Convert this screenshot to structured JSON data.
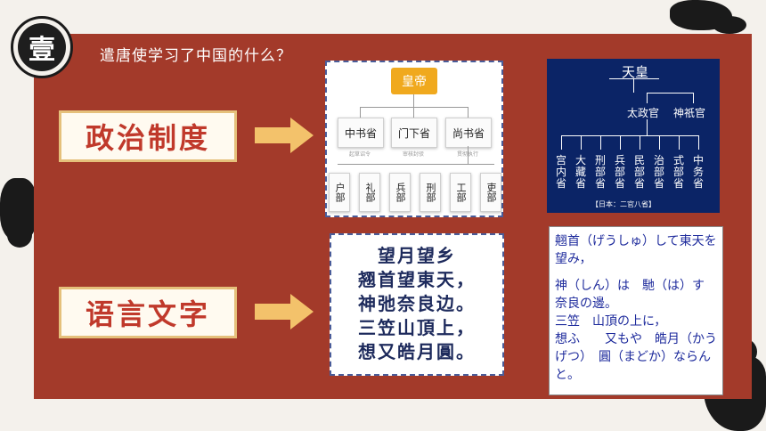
{
  "badge": {
    "text": "壹"
  },
  "question": {
    "text": "遣唐使学习了中国的什么？"
  },
  "labels": {
    "politics": "政治制度",
    "language": "语言文字"
  },
  "china_org": {
    "emperor": "皇帝",
    "departments": [
      {
        "name": "中书省",
        "sub": "起草诏令"
      },
      {
        "name": "门下省",
        "sub": "审核封驳"
      },
      {
        "name": "尚书省",
        "sub": "贯彻执行"
      }
    ],
    "ministries": [
      "户部",
      "礼部",
      "兵部",
      "刑部",
      "工部",
      "吏部"
    ]
  },
  "japan_org": {
    "top": "天皇",
    "left_branch": "太政官",
    "right_branch": "神祇官",
    "ministries": [
      "宫内省",
      "大藏省",
      "刑部省",
      "兵部省",
      "民部省",
      "治部省",
      "式部省",
      "中务省"
    ],
    "caption": "【日本：二官八省】"
  },
  "poem_cn": [
    "望月望乡",
    "翘首望東天，",
    "神弛奈良边。",
    "三笠山頂上，",
    "想又皓月圓。"
  ],
  "poem_jp": [
    "翹首（げうしゅ）して東天を　望み，",
    "",
    "神（しん）は　馳（は）す　 奈良の邊。",
    "三笠　山頂の上に，",
    "想ふ　　又もや　皓月（かうげつ）　圓（まどか）ならんと。"
  ],
  "colors": {
    "bg_red": "#a33a2a",
    "label_text": "#c0392b",
    "gold": "#e5c07b",
    "navy": "#0b2466"
  }
}
